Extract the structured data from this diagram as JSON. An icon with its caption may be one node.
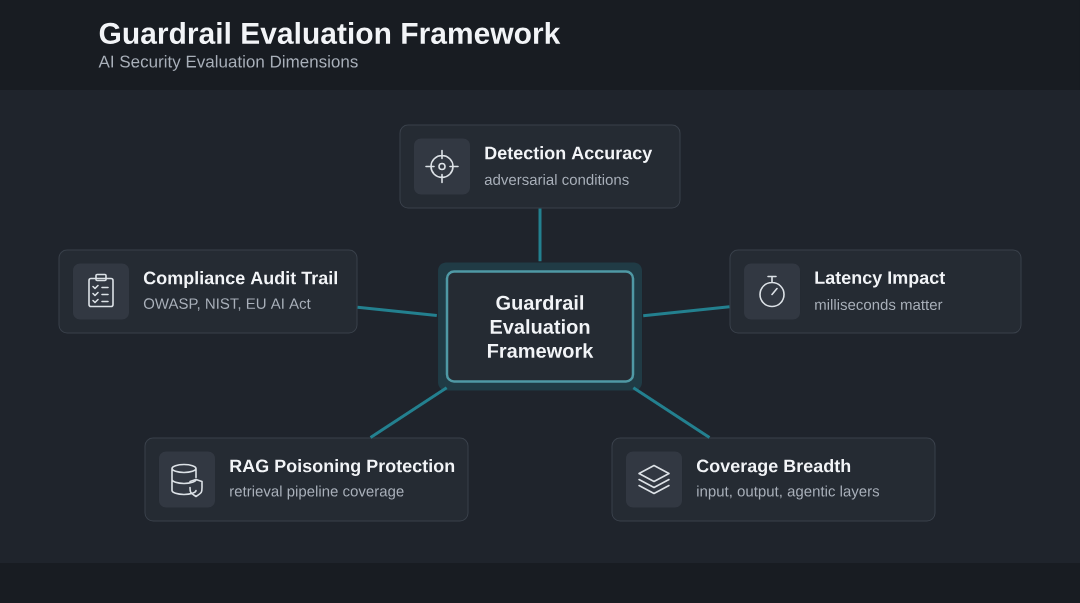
{
  "diagram": {
    "title": "Guardrail Evaluation Framework",
    "nodes": [
      {
        "text": [
          "Guardrail Evaluation Framework"
        ]
      },
      {
        "text": [
          "Detection Accuracy",
          "adversarial conditions"
        ]
      },
      {
        "text": [
          "Compliance Audit Trail",
          "OWASP, NIST, EU AI Act"
        ]
      },
      {
        "text": [
          "Latency Impact",
          "milliseconds matter"
        ]
      },
      {
        "text": [
          "RAG Poisoning Protection",
          "retrieval pipeline coverage"
        ]
      },
      {
        "text": [
          "Coverage Breadth",
          "input, output, agentic layers"
        ]
      }
    ],
    "edges": [
      {
        "from": 0,
        "to": 1,
        "arrow": "none"
      },
      {
        "from": 0,
        "to": 2,
        "arrow": "none"
      },
      {
        "from": 0,
        "to": 3,
        "arrow": "none"
      },
      {
        "from": 0,
        "to": 4,
        "arrow": "none"
      },
      {
        "from": 0,
        "to": 5,
        "arrow": "none"
      }
    ],
    "labels": [
      "AI Security Evaluation Dimensions"
    ]
  }
}
